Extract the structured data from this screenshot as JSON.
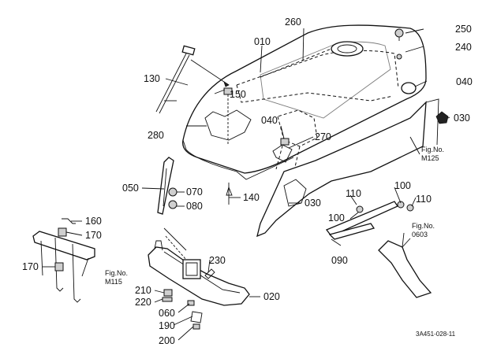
{
  "parts": {
    "p010": "010",
    "p020": "020",
    "p030a": "030",
    "p030b": "030",
    "p040a": "040",
    "p040b": "040",
    "p050": "050",
    "p060": "060",
    "p070": "070",
    "p080": "080",
    "p090": "090",
    "p100a": "100",
    "p100b": "100",
    "p110a": "110",
    "p110b": "110",
    "p130": "130",
    "p140": "140",
    "p150": "150",
    "p160": "160",
    "p170a": "170",
    "p170b": "170",
    "p190": "190",
    "p200": "200",
    "p210": "210",
    "p220": "220",
    "p230": "230",
    "p240": "240",
    "p250": "250",
    "p260": "260",
    "p270": "270",
    "p280": "280"
  },
  "figure_refs": {
    "m125": {
      "line1": "Fig.No.",
      "line2": "M125"
    },
    "m115": {
      "line1": "Fig.No.",
      "line2": "M115"
    },
    "f0603": {
      "line1": "Fig.No.",
      "line2": "0603"
    }
  },
  "drawing_code": "3A451-028-11"
}
